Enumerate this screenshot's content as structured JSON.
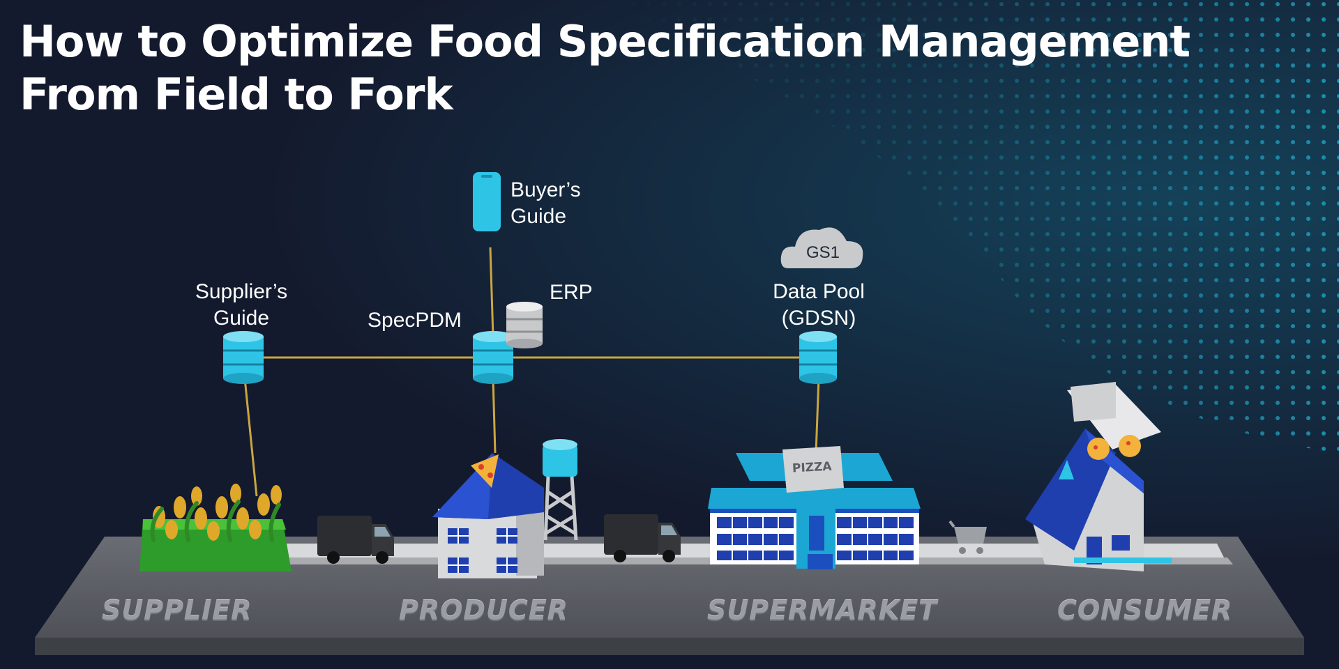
{
  "title": {
    "line1": "How to Optimize Food Specification Management",
    "line2": "From Field to Fork"
  },
  "nodes": {
    "buyers_guide": "Buyer’s\nGuide",
    "buyers_guide_line1": "Buyer’s",
    "buyers_guide_line2": "Guide",
    "suppliers_guide_line1": "Supplier’s",
    "suppliers_guide_line2": "Guide",
    "specpdm": "SpecPDM",
    "erp": "ERP",
    "gs1": "GS1",
    "data_pool_line1": "Data Pool",
    "data_pool_line2": "(GDSN)"
  },
  "store_sign": "PIZZA",
  "stages": [
    "SUPPLIER",
    "PRODUCER",
    "SUPERMARKET",
    "CONSUMER"
  ],
  "colors": {
    "background": "#141a2e",
    "database": "#2ec4e6",
    "connector": "#c9a640",
    "roof": "#1f3fae",
    "floor": "#5d6066"
  }
}
